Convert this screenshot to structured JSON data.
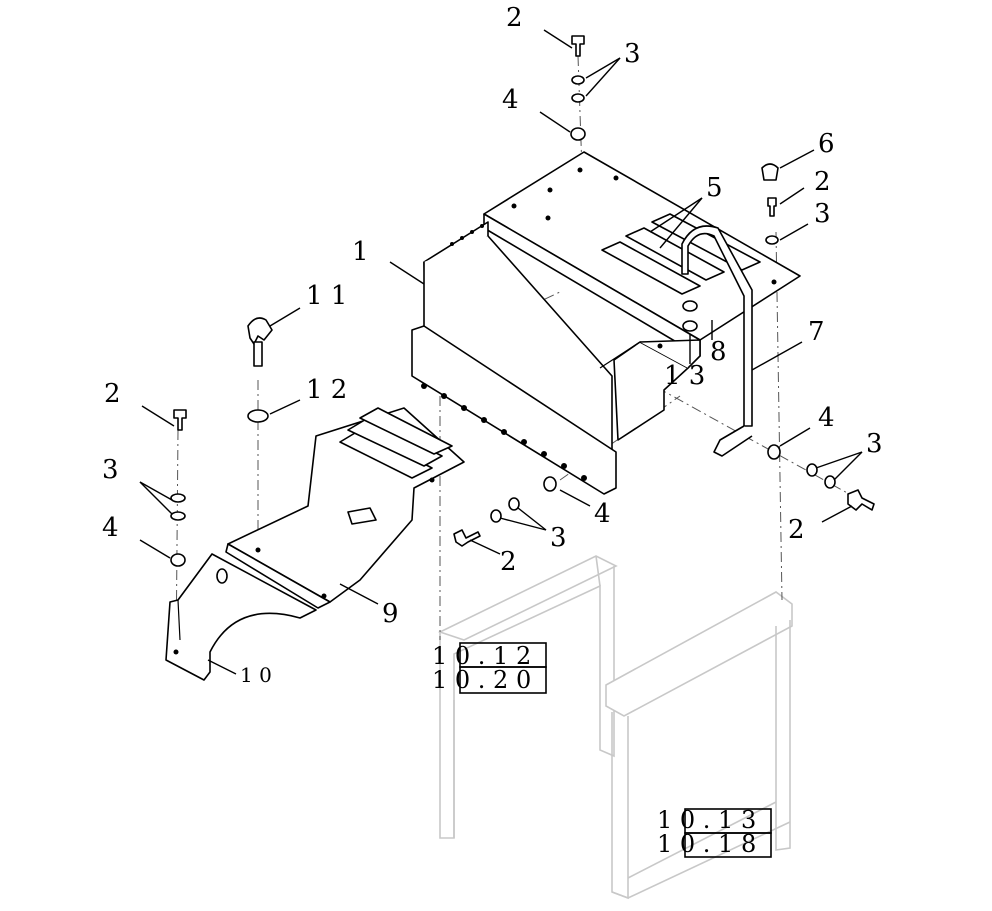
{
  "callouts": {
    "c2_top": "2",
    "c3_top": "3",
    "c4_top": "4",
    "c6": "6",
    "c2_right": "2",
    "c3_right": "3",
    "c5": "5",
    "c1": "1",
    "c11": "1 1",
    "c12": "1 2",
    "c7": "7",
    "c8": "8",
    "c13": "1 3",
    "c2_left": "2",
    "c3_left": "3",
    "c4_left": "4",
    "c4_mid": "4",
    "c3_mid": "3",
    "c2_mid": "2",
    "c4_rightlow": "4",
    "c3_rightlow": "3",
    "c2_rightlow": "2",
    "c9": "9",
    "c10": "1 0"
  },
  "references": {
    "left": {
      "top": "1 0 . 1 2",
      "bottom": "1 0 . 2 0"
    },
    "right": {
      "top": "1 0 . 1 3",
      "bottom": "1 0 . 1 8"
    }
  }
}
